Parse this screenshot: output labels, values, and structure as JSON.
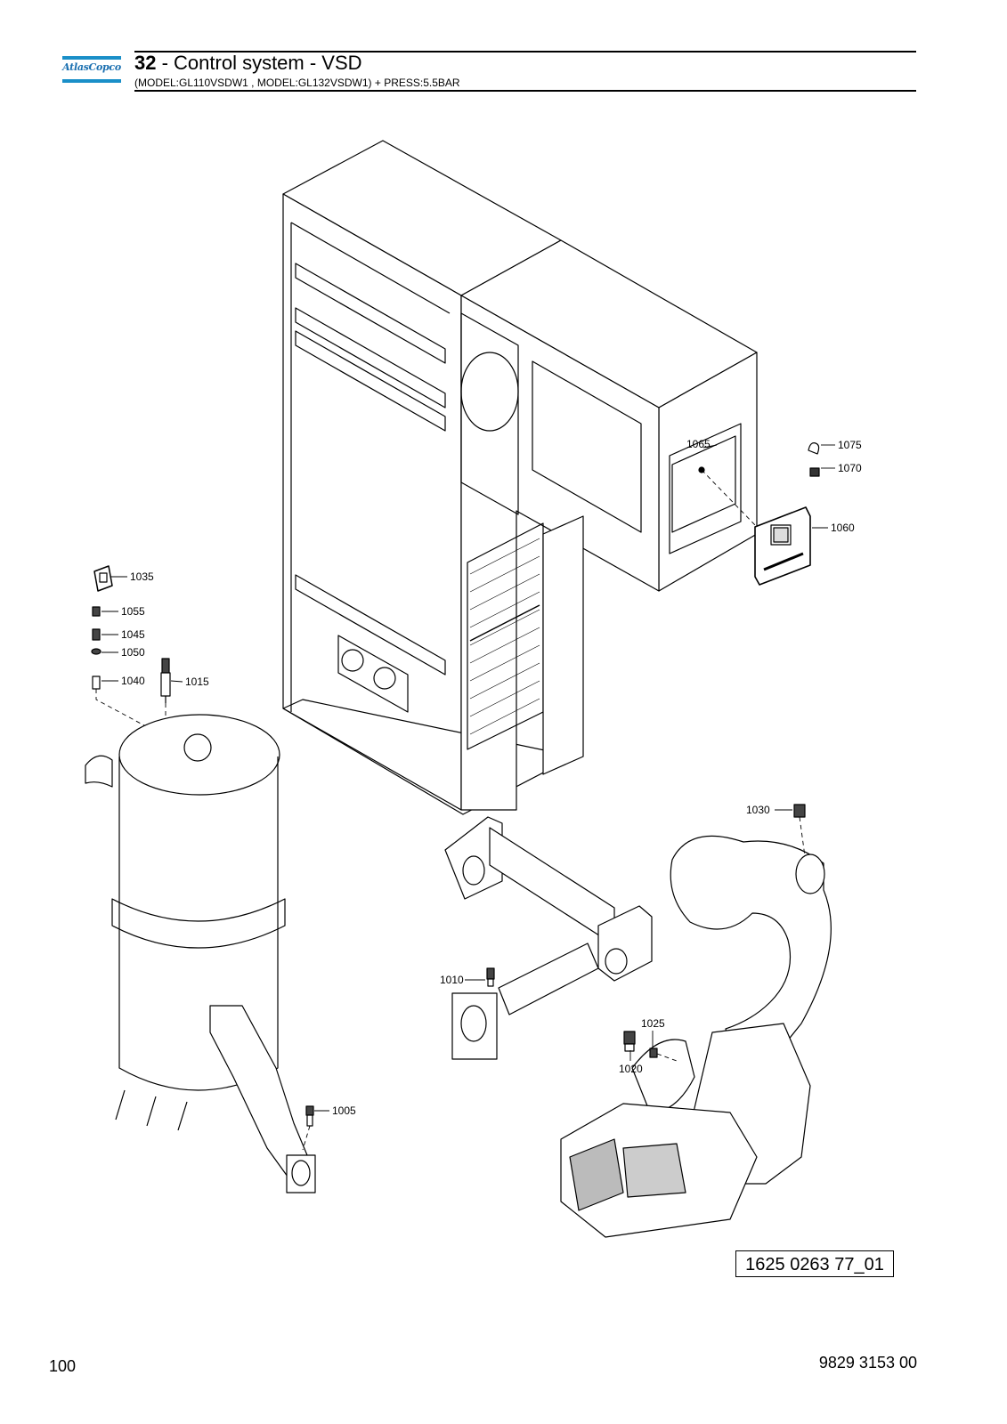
{
  "header": {
    "logo_text": "AtlasCopco",
    "section_number": "32",
    "section_title": " - Control system - VSD",
    "subtitle": "(MODEL:GL110VSDW1 , MODEL:GL132VSDW1) + PRESS:5.5BAR"
  },
  "callouts": {
    "c1005": "1005",
    "c1010": "1010",
    "c1015": "1015",
    "c1020": "1020",
    "c1025": "1025",
    "c1030": "1030",
    "c1035": "1035",
    "c1040": "1040",
    "c1045": "1045",
    "c1050": "1050",
    "c1055": "1055",
    "c1060": "1060",
    "c1065": "1065",
    "c1070": "1070",
    "c1075": "1075"
  },
  "figure_number": "1625 0263 77_01",
  "footer": {
    "page_number": "100",
    "document_number": "9829 3153 00"
  }
}
